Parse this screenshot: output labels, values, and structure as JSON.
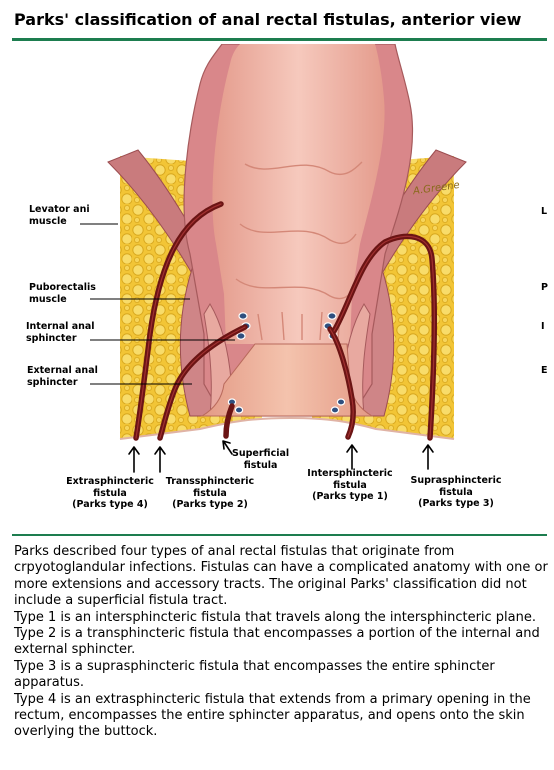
{
  "title": "Parks' classification of anal rectal fistulas, anterior view",
  "signature": "A.Greene",
  "labels": {
    "levator_ani": [
      "Levator ani",
      "muscle"
    ],
    "puborectalis": [
      "Puborectalis",
      "muscle"
    ],
    "internal_sphincter": [
      "Internal anal",
      "sphincter"
    ],
    "external_sphincter": [
      "External anal",
      "sphincter"
    ],
    "superficial": [
      "Superficial",
      "fistula"
    ],
    "extrasphincteric": [
      "Extrasphincteric",
      "fistula",
      "(Parks type 4)"
    ],
    "transsphincteric": [
      "Transsphincteric",
      "fistula",
      "(Parks type 2)"
    ],
    "intersphincteric": [
      "Intersphincteric",
      "fistula",
      "(Parks type 1)"
    ],
    "suprasphincteric": [
      "Suprasphincteric",
      "fistula",
      "(Parks type 3)"
    ],
    "right_edge": [
      "L",
      "P",
      "I",
      "E"
    ]
  },
  "colors": {
    "accent_rule": "#1d7d4f",
    "fat": "#f2c536",
    "muscle": "#c9797c",
    "mucosa": "#f0b6a8",
    "fistula": "#6b1414"
  },
  "caption": [
    "Parks described four types of anal rectal fistulas that originate from crpyotoglandular infections. Fistulas can have a complicated anatomy with one or more extensions and accessory tracts. The original Parks' classification did not include a superficial fistula tract.",
    "Type 1 is an intersphincteric fistula that travels along the intersphincteric plane.",
    "Type 2 is a transphincteric fistula that encompasses a portion of the internal and external sphincter.",
    "Type 3 is a suprasphincteric fistula that encompasses the entire sphincter apparatus.",
    "Type 4 is an extrasphincteric fistula that extends from a primary opening in the rectum, encompasses the entire sphincter apparatus, and opens onto the skin overlying the buttock."
  ]
}
